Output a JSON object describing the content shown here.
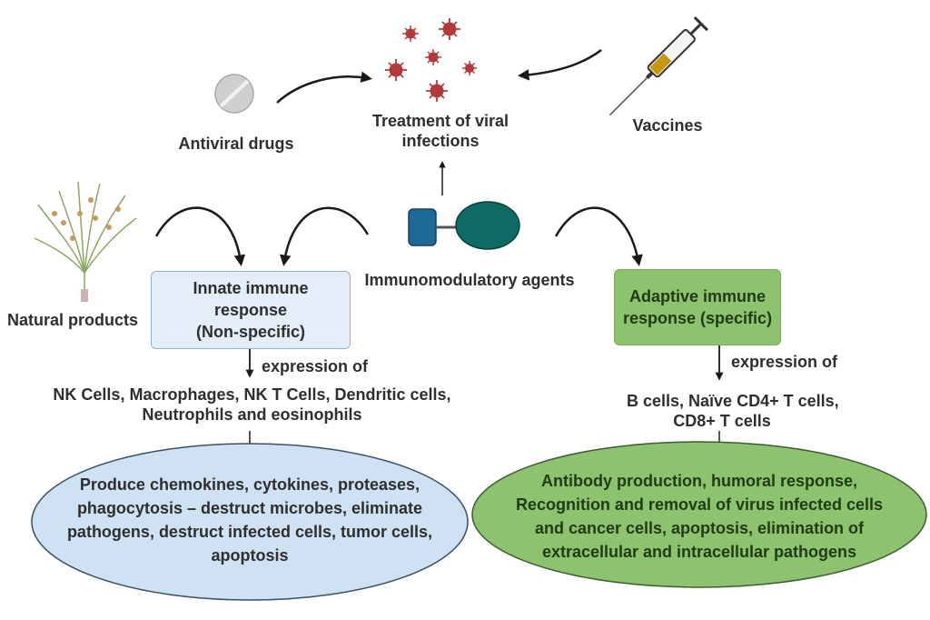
{
  "title_node": {
    "label_lines": [
      "Treatment of viral",
      "infections"
    ],
    "icon": "virus-cluster-icon"
  },
  "sources": {
    "antiviral_drugs": {
      "label": "Antiviral drugs",
      "icon": "pill-icon"
    },
    "vaccines": {
      "label": "Vaccines",
      "icon": "syringe-icon"
    },
    "natural_products": {
      "label": "Natural products",
      "icon": "plant-icon"
    },
    "immunomodulatory_agents": {
      "label": "Immunomodulatory agents",
      "icon": "antibody-molecule-icon"
    }
  },
  "innate": {
    "box_lines": [
      "Innate immune",
      "response",
      "(Non-specific)"
    ],
    "expression_label": "expression of",
    "cells_lines": [
      "NK Cells, Macrophages, NK T Cells, Dendritic cells,",
      "Neutrophils and eosinophils"
    ],
    "effects_lines": [
      "Produce chemokines, cytokines, proteases,",
      "phagocytosis – destruct microbes, eliminate",
      "pathogens, destruct infected cells, tumor cells,",
      "apoptosis"
    ]
  },
  "adaptive": {
    "box_lines": [
      "Adaptive immune",
      "response (specific)"
    ],
    "expression_label": "expression of",
    "cells_lines": [
      "B cells, Naïve CD4+ T cells,",
      "CD8+ T cells"
    ],
    "effects_lines": [
      "Antibody production, humoral response,",
      "Recognition and removal of virus infected cells",
      "and cancer cells, apoptosis, elimination of",
      "extracellular and intracellular pathogens"
    ]
  },
  "colors": {
    "innate_fill": "#e4eef9",
    "innate_ellipse_fill": "#cfe2f4",
    "adaptive_fill": "#8dc26f",
    "virus": "#b23a3a",
    "antibody_blue": "#1e6a96",
    "antibody_teal": "#0d6b63"
  }
}
